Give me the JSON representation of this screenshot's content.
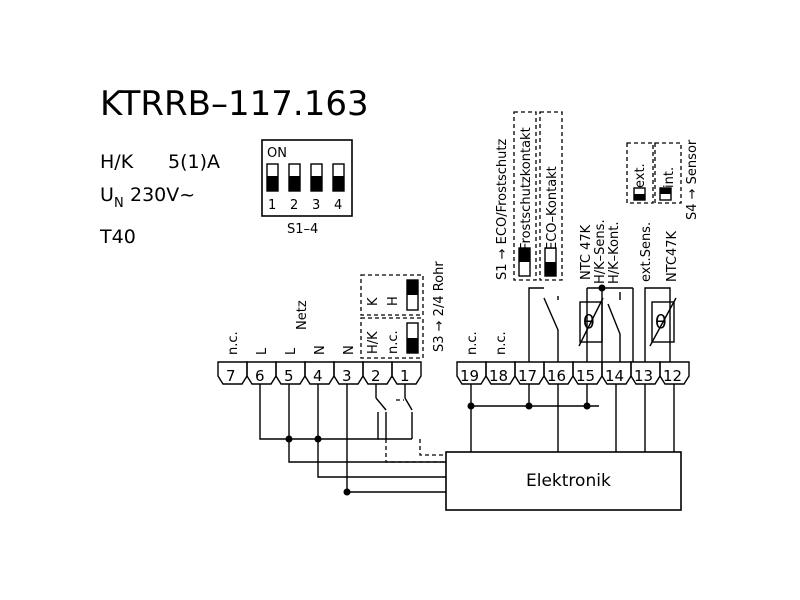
{
  "title": "KTRRB–117.163",
  "specs": {
    "hk": "H/K",
    "rating": "5(1)A",
    "voltage_symbol": "U",
    "voltage_sub": "N",
    "voltage": "230V~",
    "temp_class": "T40"
  },
  "dip": {
    "on_label": "ON",
    "numbers": [
      "1",
      "2",
      "3",
      "4"
    ],
    "caption": "S1–4"
  },
  "terminals": [
    "7",
    "6",
    "5",
    "4",
    "3",
    "2",
    "1",
    "19",
    "18",
    "17",
    "16",
    "15",
    "14",
    "13",
    "12"
  ],
  "left_labels": {
    "nc7": "n.c.",
    "l6": "L",
    "l5": "L",
    "netz": "Netz",
    "n4": "N",
    "n3": "N"
  },
  "s3": {
    "k": "K",
    "h": "H",
    "hk": "H/K",
    "nc": "n.c.",
    "caption": "S3 → 2/4 Rohr"
  },
  "s1": {
    "caption": "S1 → ECO/Frostschutz",
    "frost": "Frostschutzkontakt",
    "eco": "ECO–Kontakt"
  },
  "right_labels": {
    "nc19": "n.c.",
    "nc18": "n.c.",
    "ntc47k": "NTC 47K",
    "hk_sens": "H/K–Sens.",
    "hk_kont": "H/K–Kont.",
    "ext_sens": "ext.Sens.",
    "ntc47k_2": "NTC47K"
  },
  "s4": {
    "ext": "ext.",
    "int": "int.",
    "caption": "S4 → Sensor"
  },
  "theta": "θ",
  "electronics": "Elektronik"
}
